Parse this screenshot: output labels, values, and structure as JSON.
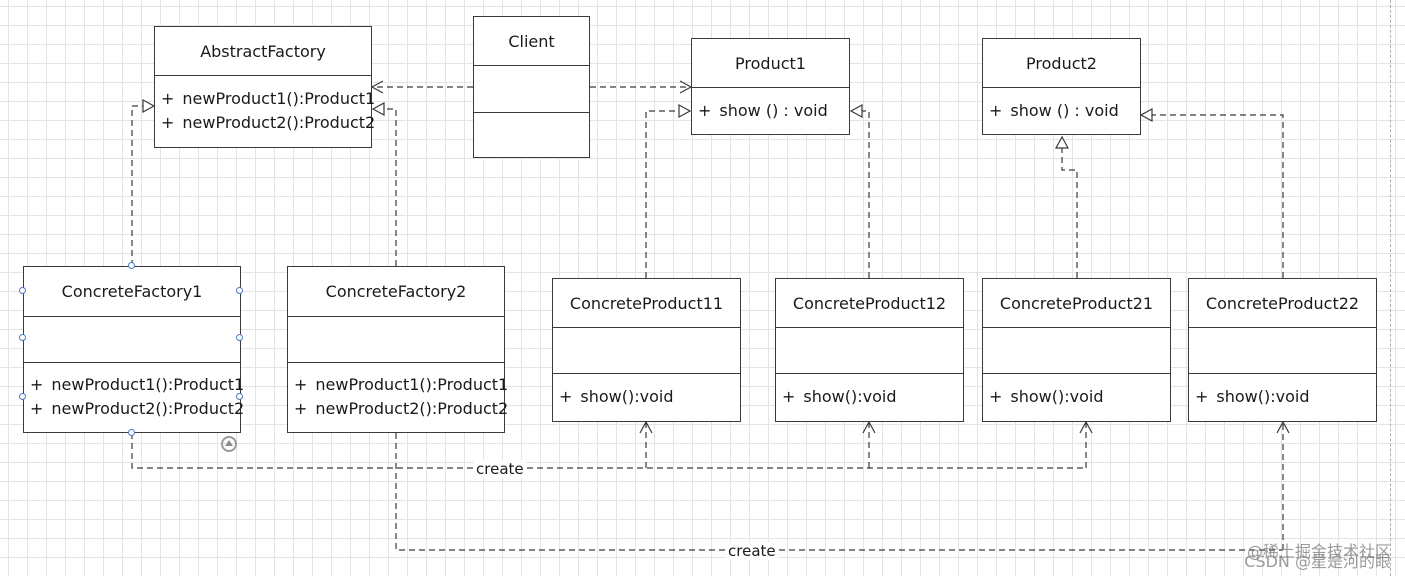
{
  "classes": {
    "abstract_factory": {
      "name": "AbstractFactory",
      "methods": [
        {
          "vis": "+",
          "text": "newProduct1():Product1"
        },
        {
          "vis": "+",
          "text": "newProduct2():Product2"
        }
      ]
    },
    "client": {
      "name": "Client"
    },
    "product1": {
      "name": "Product1",
      "methods": [
        {
          "vis": "+",
          "text": "show () : void"
        }
      ]
    },
    "product2": {
      "name": "Product2",
      "methods": [
        {
          "vis": "+",
          "text": "show () : void"
        }
      ]
    },
    "concrete_factory1": {
      "name": "ConcreteFactory1",
      "methods": [
        {
          "vis": "+",
          "text": "newProduct1():Product1"
        },
        {
          "vis": "+",
          "text": "newProduct2():Product2"
        }
      ]
    },
    "concrete_factory2": {
      "name": "ConcreteFactory2",
      "methods": [
        {
          "vis": "+",
          "text": "newProduct1():Product1"
        },
        {
          "vis": "+",
          "text": "newProduct2():Product2"
        }
      ]
    },
    "concrete_product11": {
      "name": "ConcreteProduct11",
      "methods": [
        {
          "vis": "+",
          "text": "show():void"
        }
      ]
    },
    "concrete_product12": {
      "name": "ConcreteProduct12",
      "methods": [
        {
          "vis": "+",
          "text": "show():void"
        }
      ]
    },
    "concrete_product21": {
      "name": "ConcreteProduct21",
      "methods": [
        {
          "vis": "+",
          "text": "show():void"
        }
      ]
    },
    "concrete_product22": {
      "name": "ConcreteProduct22",
      "methods": [
        {
          "vis": "+",
          "text": "show():void"
        }
      ]
    }
  },
  "edge_labels": {
    "create_factory1": "create",
    "create_factory2": "create"
  },
  "watermark": "CSDN @星是河的眼",
  "watermark_overlay": "@稀土掘金技术社区",
  "colors": {
    "line": "#3a3a3a",
    "grid": "#e4e4e4",
    "selection_handle": "#4a79c7"
  }
}
